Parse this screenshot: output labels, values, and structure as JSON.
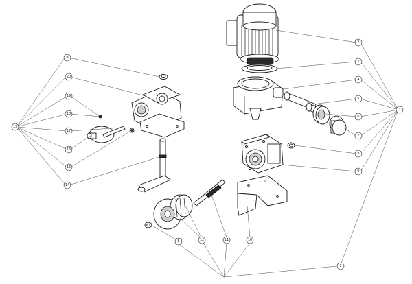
{
  "diagram": {
    "callouts": [
      {
        "label": "1"
      },
      {
        "label": "2"
      },
      {
        "label": "3"
      },
      {
        "label": "4"
      },
      {
        "label": "5"
      },
      {
        "label": "6"
      },
      {
        "label": "7"
      },
      {
        "label": "8"
      },
      {
        "label": "9"
      },
      {
        "label": "10"
      },
      {
        "label": "11"
      },
      {
        "label": "12"
      },
      {
        "label": "13"
      },
      {
        "label": "14"
      },
      {
        "label": "15"
      },
      {
        "label": "16"
      },
      {
        "label": "17"
      },
      {
        "label": "18"
      },
      {
        "label": "19"
      },
      {
        "label": "8"
      },
      {
        "label": "9"
      },
      {
        "label": "20"
      }
    ],
    "colors": {
      "line": "#1a1a1a",
      "background": "#ffffff"
    }
  }
}
